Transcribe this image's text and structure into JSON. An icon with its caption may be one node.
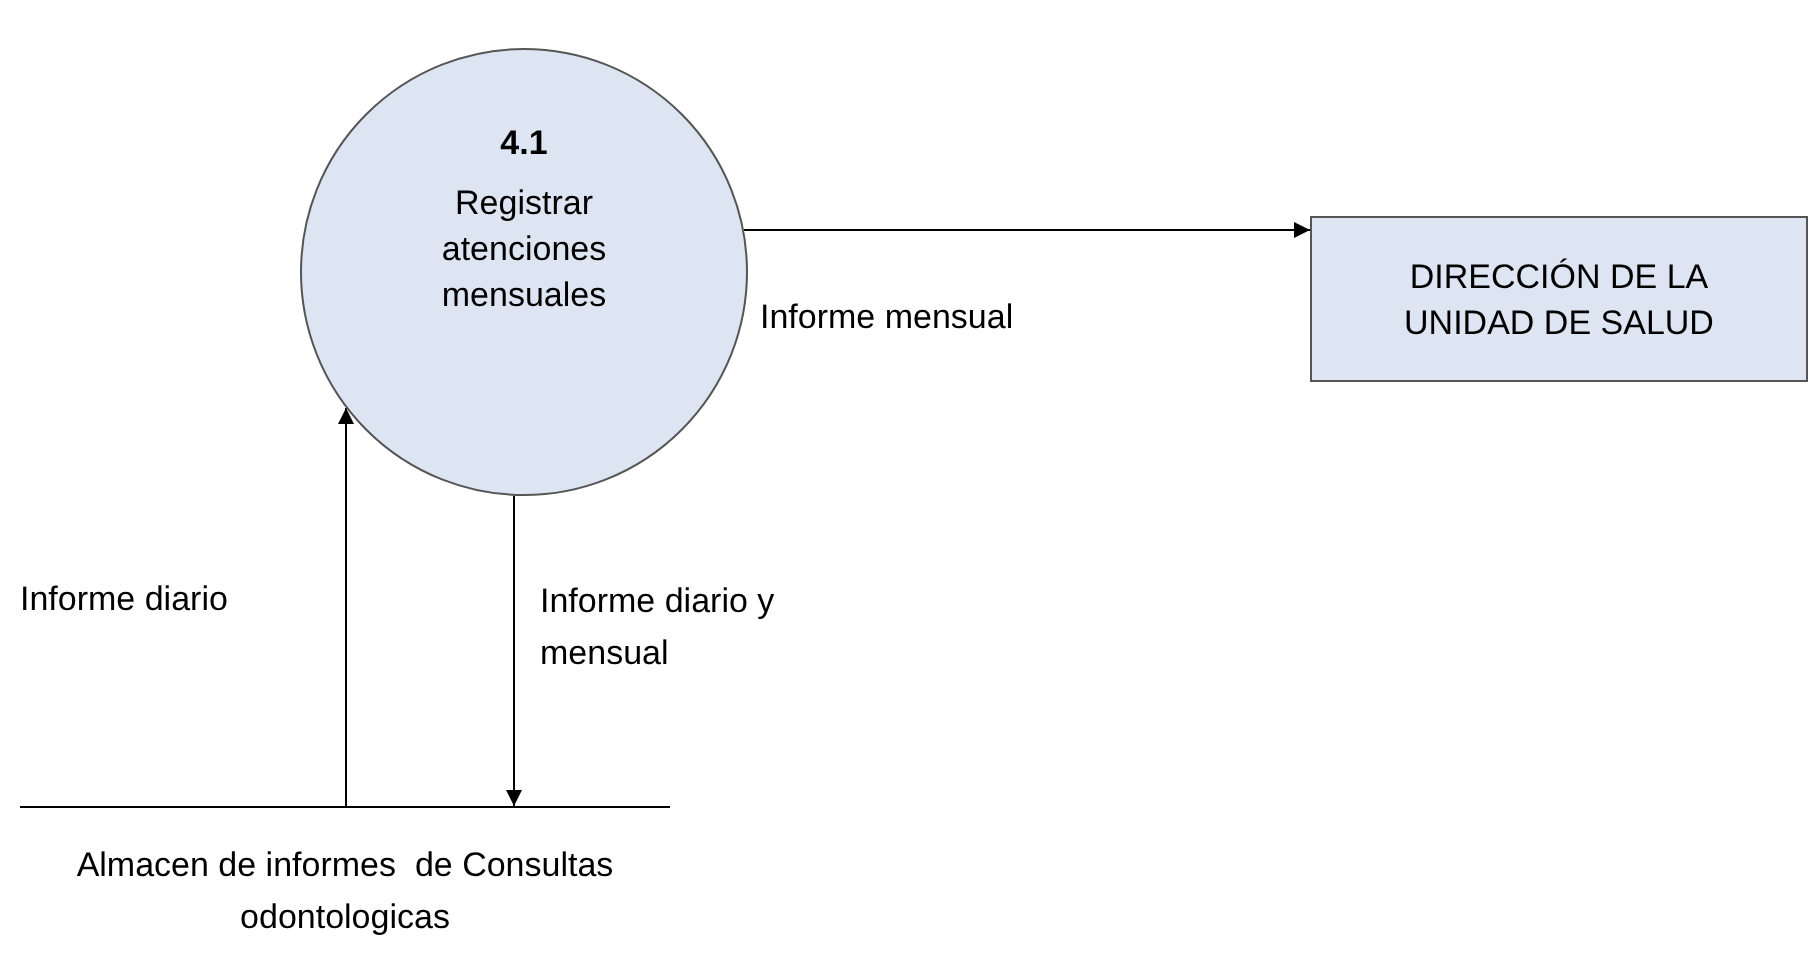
{
  "diagram": {
    "nodes": [
      {
        "text": [
          "4.1",
          "Registrar atenciones mensuales"
        ]
      },
      {
        "text": [
          "DIRECCIÓN DE LA UNIDAD DE SALUD"
        ]
      },
      {
        "text": [
          "Almacen de informes  de Consultas odontologicas"
        ]
      }
    ],
    "edges": [
      {
        "from": 0,
        "to": 1,
        "arrow": "to",
        "label": "Informe mensual"
      },
      {
        "from": 2,
        "to": 0,
        "arrow": "to",
        "label": "Informe diario"
      },
      {
        "from": 0,
        "to": 2,
        "arrow": "to",
        "label": "Informe diario y mensual"
      }
    ]
  }
}
